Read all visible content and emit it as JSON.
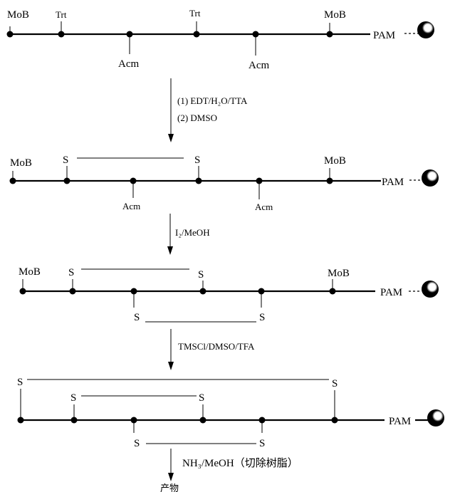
{
  "labels": {
    "mob": "MoB",
    "trt": "Trt",
    "acm": "Acm",
    "s": "S",
    "pam": "PAM"
  },
  "steps": {
    "step1_line1": "(1)  EDT/H₂O/TTA",
    "step1_line2": "(2) DMSO",
    "step2": "I₂/MeOH",
    "step3": "TMSCl/DMSO/TFA",
    "step4": "NH₃/MeOH（切除树脂）",
    "product": "产物"
  }
}
